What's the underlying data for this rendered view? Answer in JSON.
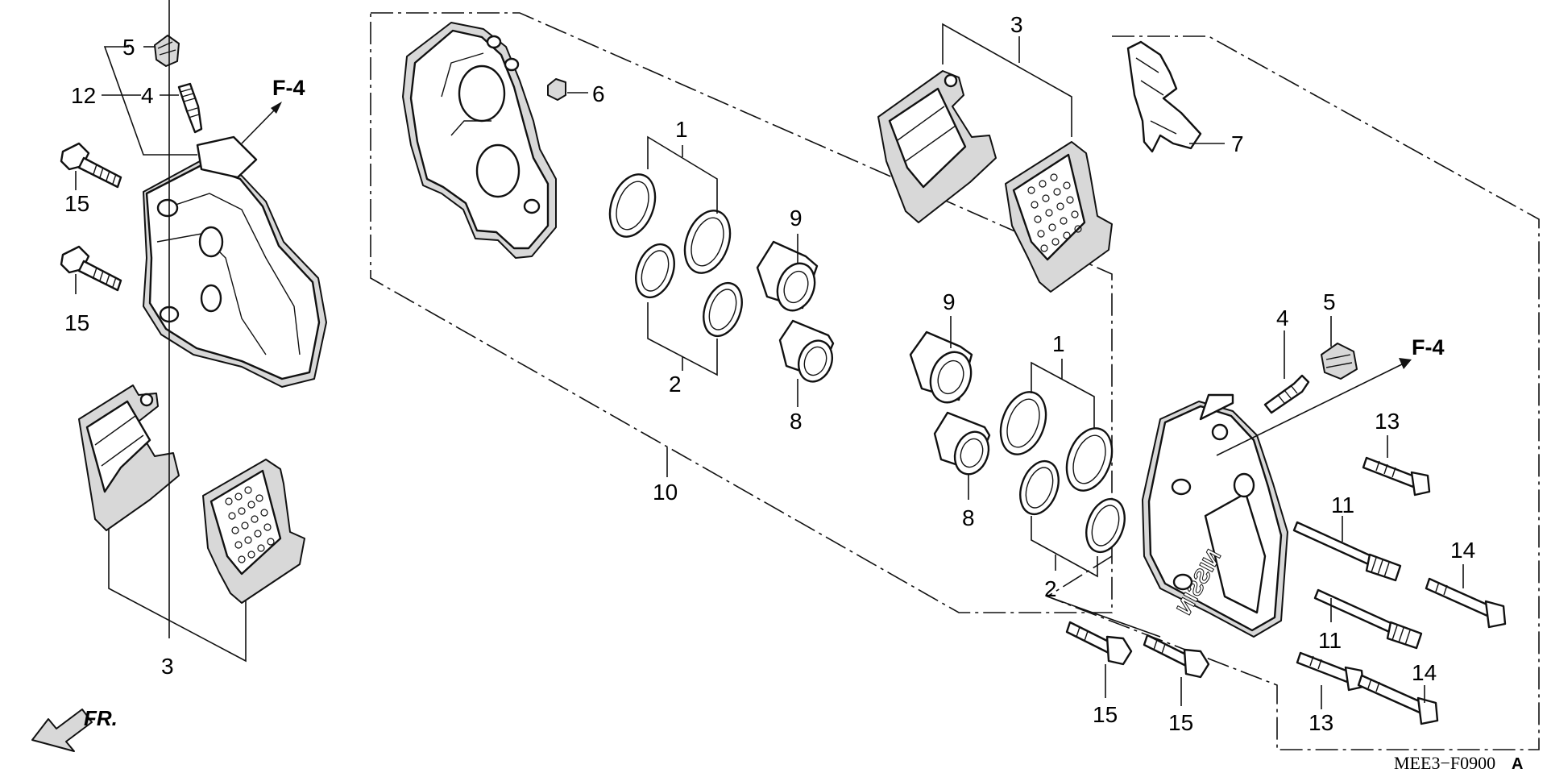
{
  "diagram": {
    "callouts": {
      "c1a": "1",
      "c1b": "1",
      "c2a": "2",
      "c2b": "2",
      "c3a": "3",
      "c3b": "3",
      "c4a": "4",
      "c4b": "4",
      "c5a": "5",
      "c5b": "5",
      "c6": "6",
      "c7": "7",
      "c8a": "8",
      "c8b": "8",
      "c9a": "9",
      "c9b": "9",
      "c10": "10",
      "c11a": "11",
      "c11b": "11",
      "c12": "12",
      "c13a": "13",
      "c13b": "13",
      "c14a": "14",
      "c14b": "14",
      "c15a": "15",
      "c15b": "15",
      "c15c": "15",
      "c15d": "15"
    },
    "refs": {
      "left": "F-4",
      "right": "F-4"
    },
    "front_arrow_label": "FR.",
    "caliper_brand": "NISSIN",
    "diagram_code": "MEE3−F0900",
    "diagram_code_suffix": "A"
  }
}
